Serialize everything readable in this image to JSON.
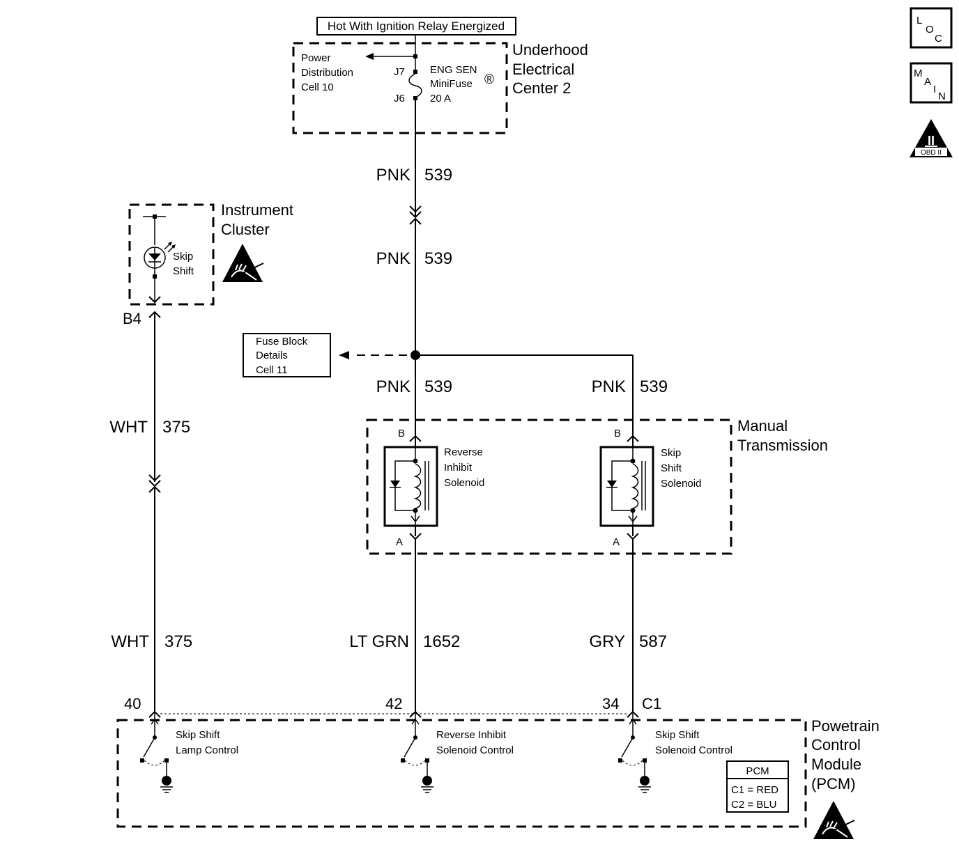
{
  "header_box": "Hot With Ignition Relay Energized",
  "underhood": {
    "title_lines": [
      "Underhood",
      "Electrical",
      "Center 2"
    ],
    "power_dist_lines": [
      "Power",
      "Distribution",
      "Cell 10"
    ],
    "pin_top": "J7",
    "pin_bottom": "J6",
    "fuse_lines": [
      "ENG SEN",
      "MiniFuse",
      "20 A"
    ],
    "registered_mark": "®"
  },
  "instrument_cluster": {
    "title_lines": [
      "Instrument",
      "Cluster"
    ],
    "lamp_lines": [
      "Skip",
      "Shift"
    ],
    "pin": "B4"
  },
  "fuse_block_lines": [
    "Fuse Block",
    "Details",
    "Cell 11"
  ],
  "wires": {
    "pnk_1": {
      "color": "PNK",
      "circuit": "539"
    },
    "pnk_2": {
      "color": "PNK",
      "circuit": "539"
    },
    "pnk_3": {
      "color": "PNK",
      "circuit": "539"
    },
    "pnk_4": {
      "color": "PNK",
      "circuit": "539"
    },
    "wht_1": {
      "color": "WHT",
      "circuit": "375"
    },
    "wht_2": {
      "color": "WHT",
      "circuit": "375"
    },
    "ltgrn": {
      "color": "LT GRN",
      "circuit": "1652"
    },
    "gry": {
      "color": "GRY",
      "circuit": "587"
    }
  },
  "manual_transmission": {
    "title_lines": [
      "Manual",
      "Transmission"
    ],
    "reverse_solenoid_lines": [
      "Reverse",
      "Inhibit",
      "Solenoid"
    ],
    "skip_solenoid_lines": [
      "Skip",
      "Shift",
      "Solenoid"
    ],
    "pin_b": "B",
    "pin_a": "A"
  },
  "pcm": {
    "title_lines": [
      "Powetrain",
      "Control",
      "Module",
      "(PCM)"
    ],
    "pin_40": "40",
    "pin_42": "42",
    "pin_34": "34",
    "connector": "C1",
    "lamp_control_lines": [
      "Skip Shift",
      "Lamp Control"
    ],
    "reverse_control_lines": [
      "Reverse Inhibit",
      "Solenoid Control"
    ],
    "skip_control_lines": [
      "Skip Shift",
      "Solenoid Control"
    ],
    "legend_title": "PCM",
    "legend_c1": "C1 = RED",
    "legend_c2": "C2 = BLU"
  },
  "icons": {
    "loc": {
      "l": "L",
      "o": "O",
      "c": "C"
    },
    "main": {
      "m": "M",
      "a": "A",
      "i": "I",
      "n": "N"
    },
    "obd": {
      "numeral": "II",
      "label": "OBD II"
    }
  }
}
